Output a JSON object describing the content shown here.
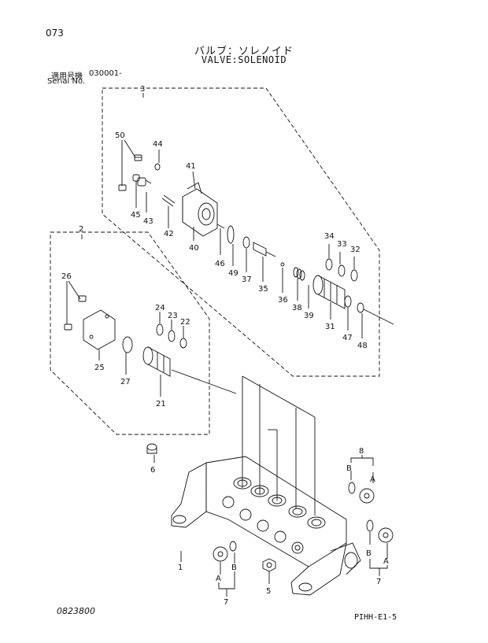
{
  "header": {
    "page_number": "073",
    "title_jp": "バルブ：ソレノイド",
    "title_en": "VALVE:SOLENOID",
    "serial_label_jp": "適用号機",
    "serial_value": "030001-",
    "serial_label_en": "Serial No."
  },
  "callouts": {
    "c1": "1",
    "c2": "2",
    "c3": "3",
    "c5": "5",
    "c6": "6",
    "c7a": "7",
    "c7b": "7",
    "c8": "8",
    "c21": "21",
    "c22": "22",
    "c23": "23",
    "c24": "24",
    "c25": "25",
    "c26": "26",
    "c27": "27",
    "c31": "31",
    "c32": "32",
    "c33": "33",
    "c34": "34",
    "c35": "35",
    "c36": "36",
    "c37": "37",
    "c38": "38",
    "c39": "39",
    "c40": "40",
    "c41": "41",
    "c42": "42",
    "c43": "43",
    "c44": "44",
    "c45": "45",
    "c46": "46",
    "c47": "47",
    "c48": "48",
    "c49": "49",
    "c50": "50",
    "a1": "A",
    "b1": "B",
    "a2": "A",
    "b2": "B",
    "a3": "A",
    "b3": "B"
  },
  "footer": {
    "doc_code": "0823800",
    "fig_code": "PIHH-E1-5"
  }
}
